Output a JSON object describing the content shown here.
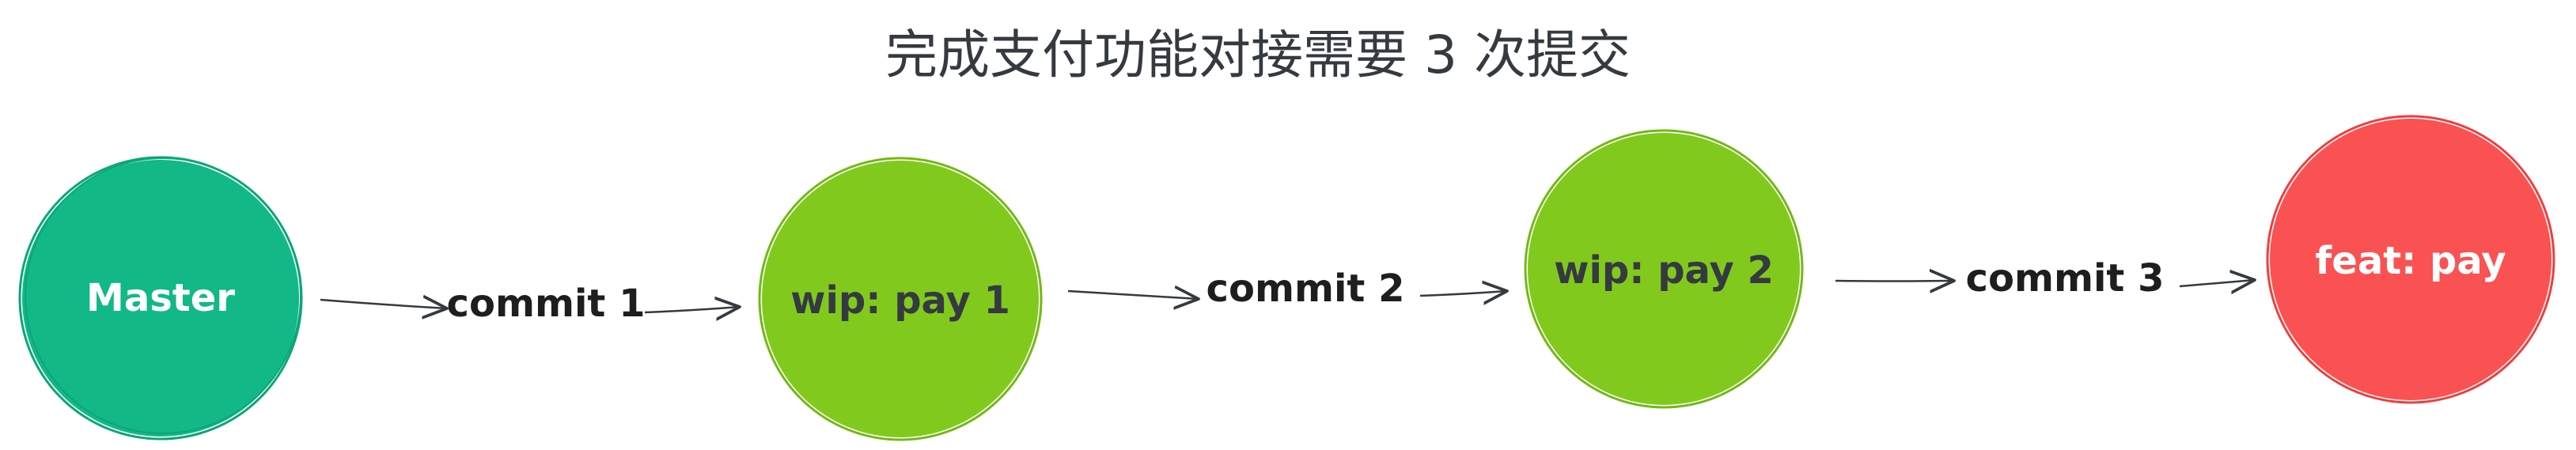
{
  "diagram": {
    "title": "完成支付功能对接需要 3 次提交",
    "nodes": [
      {
        "id": "master",
        "label": "Master",
        "fill": "#12b886",
        "text_color": "#ffffff",
        "stroke": "#0ca678"
      },
      {
        "id": "wip1",
        "label": "wip: pay 1",
        "fill": "#82c91e",
        "text_color": "#343a40",
        "stroke": "#74b816"
      },
      {
        "id": "wip2",
        "label": "wip: pay 2",
        "fill": "#82c91e",
        "text_color": "#343a40",
        "stroke": "#74b816"
      },
      {
        "id": "feat",
        "label": "feat: pay",
        "fill": "#fa5252",
        "text_color": "#ffffff",
        "stroke": "#f03e3e"
      }
    ],
    "edges": [
      {
        "from": "master",
        "to": "wip1",
        "label": "commit 1"
      },
      {
        "from": "wip1",
        "to": "wip2",
        "label": "commit 2"
      },
      {
        "from": "wip2",
        "to": "feat",
        "label": "commit 3"
      }
    ],
    "colors": {
      "arrow": "#343a40",
      "title": "#343a40"
    }
  }
}
